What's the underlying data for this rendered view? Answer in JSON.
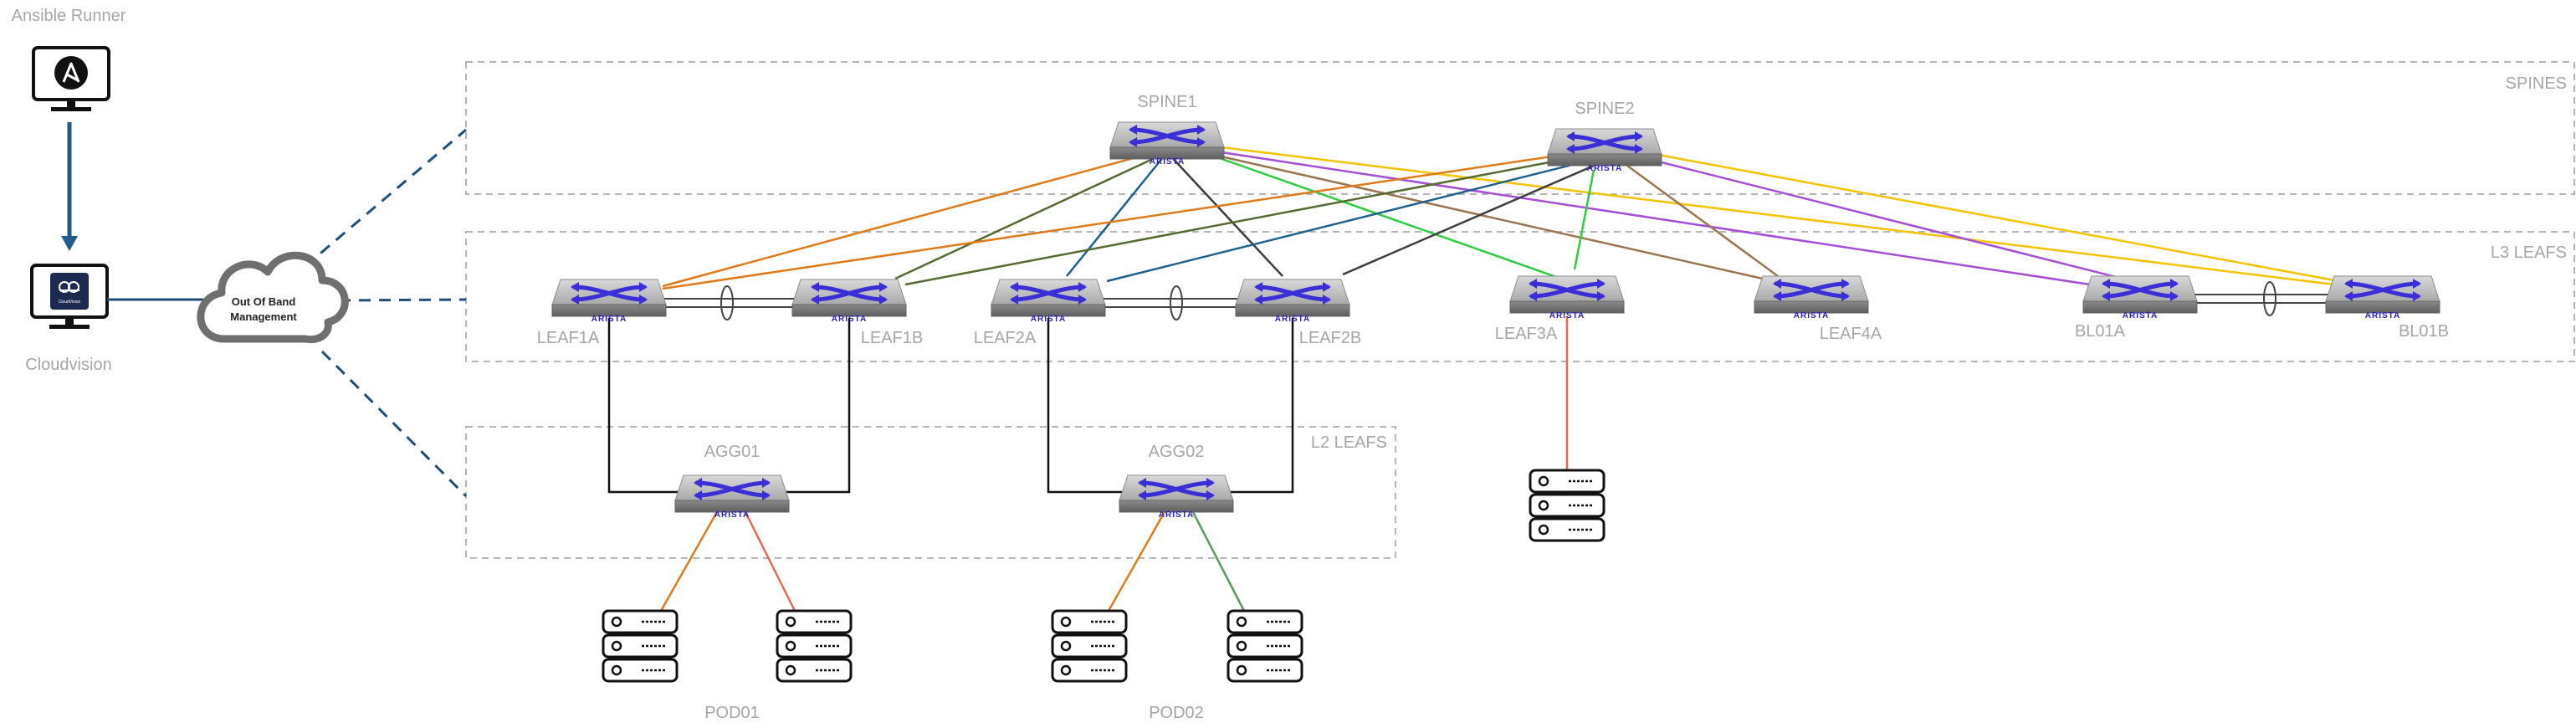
{
  "runner": {
    "label": "Ansible Runner",
    "icon": "ansible-logo-icon"
  },
  "cloudvision": {
    "label": "Cloudvision",
    "screen_text": "CloudVision",
    "icon": "cloudvision-logo-icon"
  },
  "oob": {
    "line1": "Out Of Band",
    "line2": "Management"
  },
  "zones": {
    "spines": "SPINES",
    "l3": "L3 LEAFS",
    "l2": "L2 LEAFS"
  },
  "switch_brand": "ARISTA",
  "devices": {
    "spine1": "SPINE1",
    "spine2": "SPINE2",
    "leaf1a": "LEAF1A",
    "leaf1b": "LEAF1B",
    "leaf2a": "LEAF2A",
    "leaf2b": "LEAF2B",
    "leaf3a": "LEAF3A",
    "leaf4a": "LEAF4A",
    "bl01a": "BL01A",
    "bl01b": "BL01B",
    "agg01": "AGG01",
    "agg02": "AGG02"
  },
  "pods": {
    "pod01": "POD01",
    "pod02": "POD02"
  },
  "colors": {
    "zone_border": "#b5b5b5",
    "label": "#a6a6a6",
    "oob_dash": "#1f4e79",
    "runner_arrow": "#1f5b8c",
    "spine1_orange": "#e07b1a",
    "spine1_olive": "#556b2f",
    "spine1_blue": "#1f5f8b",
    "spine1_dark": "#3d3d3d",
    "spine1_green": "#2ecc40",
    "spine1_brown": "#9a7650",
    "spine1_purple": "#a64ed6",
    "spine1_yellow": "#f5c400",
    "leaf3a_server": "#e8685a",
    "agg01_server_a": "#e07b1a",
    "agg01_server_b": "#e8685a",
    "agg02_server_a": "#e07b1a",
    "agg02_server_b": "#5b9a5b"
  }
}
